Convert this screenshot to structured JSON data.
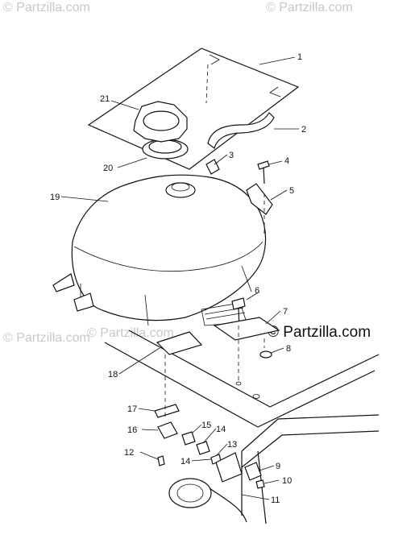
{
  "watermarks": [
    "© Partzilla.com",
    "© Partzilla.com",
    "© Partzilla.com",
    "© Partzilla.com"
  ],
  "brand": "© Partzilla.com",
  "callouts": [
    "1",
    "2",
    "3",
    "4",
    "5",
    "6",
    "7",
    "8",
    "9",
    "10",
    "11",
    "12",
    "13",
    "14",
    "14",
    "15",
    "16",
    "17",
    "18",
    "19",
    "20",
    "21"
  ]
}
